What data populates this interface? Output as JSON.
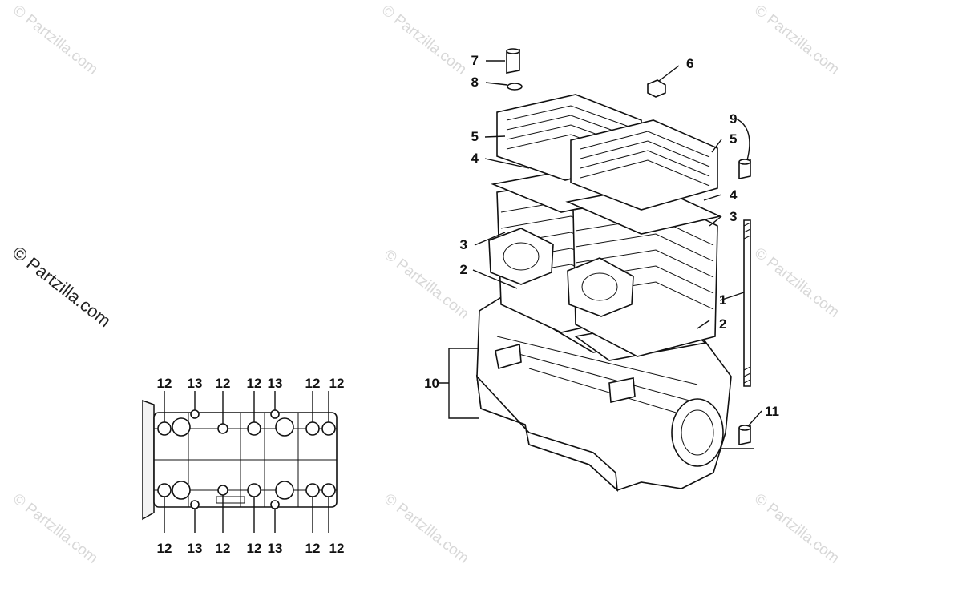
{
  "watermarks": {
    "main": "© Partzilla.com",
    "faint": "© Partzilla.com"
  },
  "callouts": {
    "c1": "1",
    "c2a": "2",
    "c2b": "2",
    "c3a": "3",
    "c3b": "3",
    "c4a": "4",
    "c4b": "4",
    "c5a": "5",
    "c5b": "5",
    "c6": "6",
    "c7": "7",
    "c8": "8",
    "c9": "9",
    "c10": "10",
    "c11": "11"
  },
  "bolt_pattern": {
    "top_labels": [
      "12",
      "13",
      "12",
      "12",
      "13",
      "12",
      "12"
    ],
    "bottom_labels": [
      "12",
      "13",
      "12",
      "12",
      "13",
      "12",
      "12"
    ]
  },
  "colors": {
    "ink": "#111111",
    "watermark": "#d8d8d8"
  }
}
